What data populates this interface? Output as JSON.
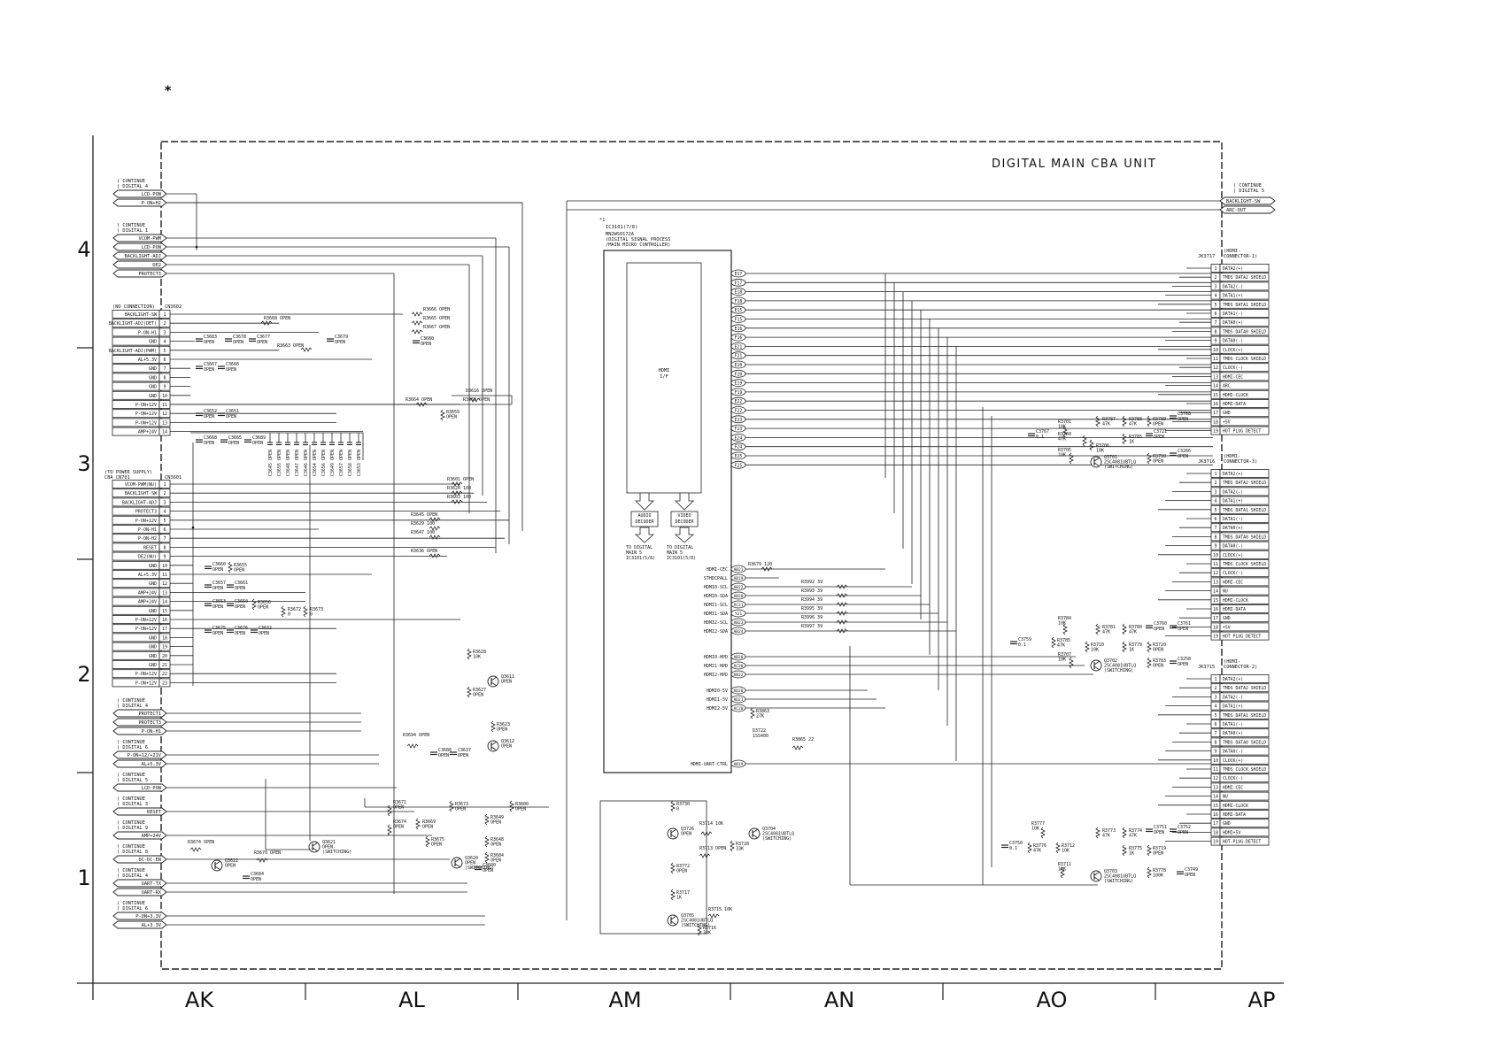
{
  "title": "DIGITAL MAIN CBA UNIT",
  "star": "*",
  "row_labels": [
    "4",
    "3",
    "2",
    "1"
  ],
  "col_labels": [
    "AK",
    "AL",
    "AM",
    "AN",
    "AO",
    "AP"
  ],
  "top_left": {
    "note": "( CONTINUE ) DIGITAL 4",
    "signals": [
      "LCD-PON",
      "P-ON+H2"
    ]
  },
  "group2": {
    "note": "( CONTINUE ) DIGITAL 1",
    "signals": [
      "VCOM-PWM",
      "LCD-PON",
      "BACKLIGHT-ADJ",
      "DE2",
      "PROTECT3"
    ]
  },
  "cn3602": {
    "ref": "CN3602",
    "note": "(NO CONNECTION)",
    "pins": [
      "BACKLIGHT-SW",
      "BACKLIGHT-ADJ(DET)",
      "P-ON-H1",
      "GND",
      "BACKLIGHT-ADJ(PWM)",
      "AL+5.3V",
      "GND",
      "GND",
      "GND",
      "GND",
      "P-ON+12V",
      "P-ON+12V",
      "P-ON+12V",
      "AMP+24V"
    ]
  },
  "cn3601": {
    "ref": "CN3601",
    "note": "(TO POWER SUPPLY) CBA CN701",
    "pins": [
      "VCOM-PWM(NU)",
      "BACKLIGHT-SW",
      "BACKLIGHT-ADJ",
      "PROTECT3",
      "P-ON+12V",
      "P-ON-H1",
      "P-ON-H2",
      "RESET",
      "DE2(NU)",
      "GND",
      "AL+5.3V",
      "GND",
      "AMP+24V",
      "AMP+24V",
      "GND",
      "P-ON+12V",
      "P-ON+12V",
      "GND",
      "GND",
      "GND",
      "GND",
      "P-ON+12V",
      "P-ON+12V"
    ]
  },
  "lower_left": [
    {
      "note": "( CONTINUE ) DIGITAL 4",
      "signals": [
        "PROTECT1",
        "PROTECT3",
        "P-ON-H1"
      ]
    },
    {
      "note": "( CONTINUE ) DIGITAL 6",
      "signals": [
        "P-ON+12/+21V",
        "AL+5.3V"
      ]
    },
    {
      "note": "( CONTINUE ) DIGITAL 5",
      "signals": [
        "LCD-PON"
      ]
    },
    {
      "note": "( CONTINUE ) DIGITAL 3",
      "signals": [
        "RESET"
      ]
    },
    {
      "note": "( CONTINUE ) DIGITAL 9",
      "signals": [
        "AMP+24V"
      ]
    },
    {
      "note": "( CONTINUE ) DIGITAL 8",
      "signals": [
        "DC-DC-EN"
      ]
    },
    {
      "note": "( CONTINUE ) DIGITAL 4",
      "signals": [
        "UART-TX",
        "UART-RX"
      ]
    },
    {
      "note": "( CONTINUE ) DIGITAL 6",
      "signals": [
        "P-ON+3.3V",
        "AL+3.3V"
      ]
    }
  ],
  "top_right": {
    "note": "( CONTINUE ) DIGITAL 5",
    "signals": [
      "BACKLIGHT-SW",
      "ARC-OUT"
    ]
  },
  "ic": {
    "ref": "IC3101(7/8)",
    "part": "MN2WS0172A",
    "desc1": "(DIGITAL SIGNAL PROCESS",
    "desc2": "/MAIN MICRO CONTROLLER)",
    "block": "HDMI I/F",
    "star_tag": "*1",
    "audio": "AUDIO DECODER",
    "video": "VIDEO DECODER",
    "to_audio": "TO DIGITAL MAIN 5 IC3101(5/8)",
    "to_video": "TO DIGITAL MAIN 5 IC3101(5/8)",
    "pins": [
      "E17",
      "F17",
      "E18",
      "F18",
      "E15",
      "F15",
      "E16",
      "F16",
      "E21",
      "F21",
      "E20",
      "F20",
      "E19",
      "F19",
      "E22",
      "F22",
      "E23",
      "F23",
      "E24",
      "F24",
      "E25",
      "F25"
    ],
    "ctrl_pins": [
      {
        "pin": "AB21",
        "label": "HDMI-CEC"
      },
      {
        "pin": "AB19",
        "label": "STHDCPALL"
      },
      {
        "pin": "AB22",
        "label": "HDMI0-SCL"
      },
      {
        "pin": "AB20",
        "label": "HDMI0-SDA"
      },
      {
        "pin": "AC21",
        "label": "HDMI1-SCL"
      },
      {
        "pin": "Y21",
        "label": "HDMI1-SDA"
      },
      {
        "pin": "AB23",
        "label": "HDMI2-SCL"
      },
      {
        "pin": "AB24",
        "label": "HDMI2-SDA"
      },
      {
        "pin": "AB20",
        "label": "HDMI0-HPD"
      },
      {
        "pin": "AC20",
        "label": "HDMI1-HPD"
      },
      {
        "pin": "AB22",
        "label": "HDMI2-HPD"
      },
      {
        "pin": "AD20",
        "label": "HDMI0-5V"
      },
      {
        "pin": "AD21",
        "label": "HDMI1-5V"
      },
      {
        "pin": "AC20",
        "label": "HDMI2-5V"
      },
      {
        "pin": "AB19",
        "label": "HDMI-UART-CTRL"
      }
    ]
  },
  "hdmi_pins": [
    "DATA2(+)",
    "TMDS DATA2 SHIELD",
    "DATA2(-)",
    "DATA1(+)",
    "TMDS DATA1 SHIELD",
    "DATA1(-)",
    "DATA0(+)",
    "TMDS DATA0 SHIELD",
    "DATA0(-)",
    "CLOCK(+)",
    "TMDS CLOCK SHIELD",
    "CLOCK(-)",
    "HDMI-CEC",
    "NU",
    "HDMI-CLOCK",
    "HDMI-DATA",
    "GND",
    "+5V",
    "HOT PLUG DETECT"
  ],
  "jacks": [
    {
      "ref": "JK3717",
      "note": "(HDMI- CONNECTOR-1)",
      "pin14": "ARC",
      "pin18": "+5V",
      "pin19": "HOT PLUG DETECT"
    },
    {
      "ref": "JK3716",
      "note": "(HDMI- CONNECTOR-3)",
      "pin14": "NU",
      "pin18": "+5V",
      "pin19": "HOT PLUG DETECT"
    },
    {
      "ref": "JK3715",
      "note": "(HDMI- CONNECTOR-2)",
      "pin14": "NU",
      "pin18": "HDMI+5V",
      "pin19": "HOT-PLUG-DETECT"
    }
  ],
  "parts": {
    "r3668": "R3668 OPEN",
    "r3663": "R3663 OPEN",
    "r3666": "R3666 OPEN",
    "r3665": "R3665 OPEN",
    "r3667": "R3667 OPEN",
    "r3664": "R3664 OPEN",
    "d3616": "D3616 OPEN",
    "r3669": "R3669 OPEN",
    "r3659": "R3659 OPEN",
    "r3601": "R3601 OPEN",
    "r3620": "R3620 100",
    "r3603": "R3603 100",
    "r3645": "R3645 OPEN",
    "r3629": "R3629 100",
    "r3647": "R3647 100",
    "r3636": "R3636 OPEN",
    "c3683": "C3683 OPEN",
    "c3678": "C3678 OPEN",
    "c3677": "C3677 OPEN",
    "c3679": "C3679 OPEN",
    "c3680": "C3680 OPEN",
    "c3667": "C3667 OPEN",
    "c3666": "C3666 OPEN",
    "c3652": "C3652 OPEN",
    "c3651": "C3651 OPEN",
    "c3668": "C3668 OPEN",
    "c3665": "C3665 OPEN",
    "c3689": "C3689 OPEN",
    "c3660": "C3660 OPEN",
    "r3655": "R3655 OPEN",
    "c3657": "C3657 OPEN",
    "c3661": "C3661 OPEN",
    "c3653": "C3653 OPEN",
    "c3650": "C3650 OPEN",
    "r3656": "R3656 OPEN",
    "r3672": "R3672 0",
    "r3673": "R3673 0",
    "c3675": "C3675 OPEN",
    "c3676": "C3676 OPEN",
    "c3632": "C3632 OPEN",
    "r3628": "R3628 10K",
    "q3611": "Q3611 OPEN",
    "r3627": "R3627 OPEN",
    "r3623": "R3623 OPEN",
    "q3612": "Q3612 OPEN",
    "r3694": "R3694 OPEN",
    "c3686": "C3686 OPEN",
    "c3637": "C3637 OPEN",
    "r3671": "R3671 OPEN",
    "r3674": "R3674 OPEN",
    "r3669b": "R3669 OPEN",
    "r3673b": "R3673 OPEN",
    "r3649": "R3649 OPEN",
    "r3600": "R3600 OPEN",
    "r3675": "R3675 OPEN",
    "r3648": "R3648 OPEN",
    "r3684": "R3684 OPEN",
    "c3600": "C3600 OPEN",
    "q3620": "Q3620 OPEN",
    "q3620s": "(SWITCHING)",
    "r3674b": "R3674 OPEN",
    "q3622": "Q3622 OPEN",
    "r3670": "R3670 OPEN",
    "c3684": "C3684 OPEN",
    "q3621": "Q3621 OPEN",
    "q3621s": "(SWITCHING)",
    "r3679": "R3679 120",
    "r3992": "R3992 39",
    "r3993": "R3993 39",
    "r3994": "R3994 39",
    "r3995": "R3995 39",
    "r3996": "R3996 39",
    "r3997": "R3997 39",
    "r3863": "R3863 27K",
    "d3722": "D3722 1SS400",
    "r3865": "R3865 22",
    "r3730": "R3730 0",
    "q3726": "Q3726 OPEN",
    "r3714": "R3714 10K",
    "r3728": "R3728 33K",
    "q3704": "Q3704 2SC4081UBTLQ",
    "q3704s": "(SWITCHING)",
    "r3713": "R3713 OPEN",
    "r3772": "R3772 OPEN",
    "r3717": "R3717 1K",
    "q3705": "Q3705 2SC4081UBTLQ",
    "q3705s": "(SWITCHING)",
    "r3715": "R3715 10K",
    "r3716": "R3716 33K",
    "c3767": "C3767 0.1",
    "r3701": "R3701 10K",
    "r3760": "R3760 47K",
    "r3706": "R3706 10K",
    "r3787": "R3787 47K",
    "r3788": "R3788 47K",
    "r3789": "R3789 OPEN",
    "c3768": "C3768 OPEN",
    "r3785": "R3785 1K",
    "c3721": "C3721 OPEN",
    "r3705": "R3705 10K",
    "q3701": "Q3701 2SC4081UBTLQ",
    "q3701s": "(SWITCHING)",
    "r3790": "R3790 OPEN",
    "c3266": "C3266 OPEN",
    "r3784": "R3784 10K",
    "r3781": "R3781 47K",
    "r3780": "R3780 47K",
    "c3760": "C3760 OPEN",
    "c3761": "C3761 OPEN",
    "c3759": "C3759 0.1",
    "r3785b": "R3785 47K",
    "r3710": "R3710 10K",
    "r3779": "R3779 1K",
    "r3720": "R3720 OPEN",
    "r3707": "R3707 10K",
    "q3702": "Q3702 2SC4081UBTLQ",
    "q3702s": "(SWITCHING)",
    "r3783": "R3783 OPEN",
    "c3258": "C3258 OPEN",
    "r3777": "R3777 10K",
    "r3773": "R3773 47K",
    "r3774": "R3774 47K",
    "c3751": "C3751 OPEN",
    "c3752": "C3752 OPEN",
    "c3750": "C3750 0.1",
    "r3776": "R3776 47K",
    "r3712": "R3712 10K",
    "r3775": "R3775 1K",
    "r3719": "R3719 OPEN",
    "r3711": "R3711 10K",
    "q3703": "Q3703 2SC4081UBTLQ",
    "q3703s": "(SWITCHING)",
    "r3778": "R3778 100K",
    "c3749": "C3749 OPEN",
    "vcaps": [
      "C3645 OPEN",
      "C3655 OPEN",
      "C3648 OPEN",
      "C3647 OPEN",
      "C3646 OPEN",
      "C3654 OPEN",
      "C3656 OPEN",
      "C3649 OPEN",
      "C3657 OPEN",
      "C3658 OPEN",
      "C3653 OPEN"
    ]
  }
}
